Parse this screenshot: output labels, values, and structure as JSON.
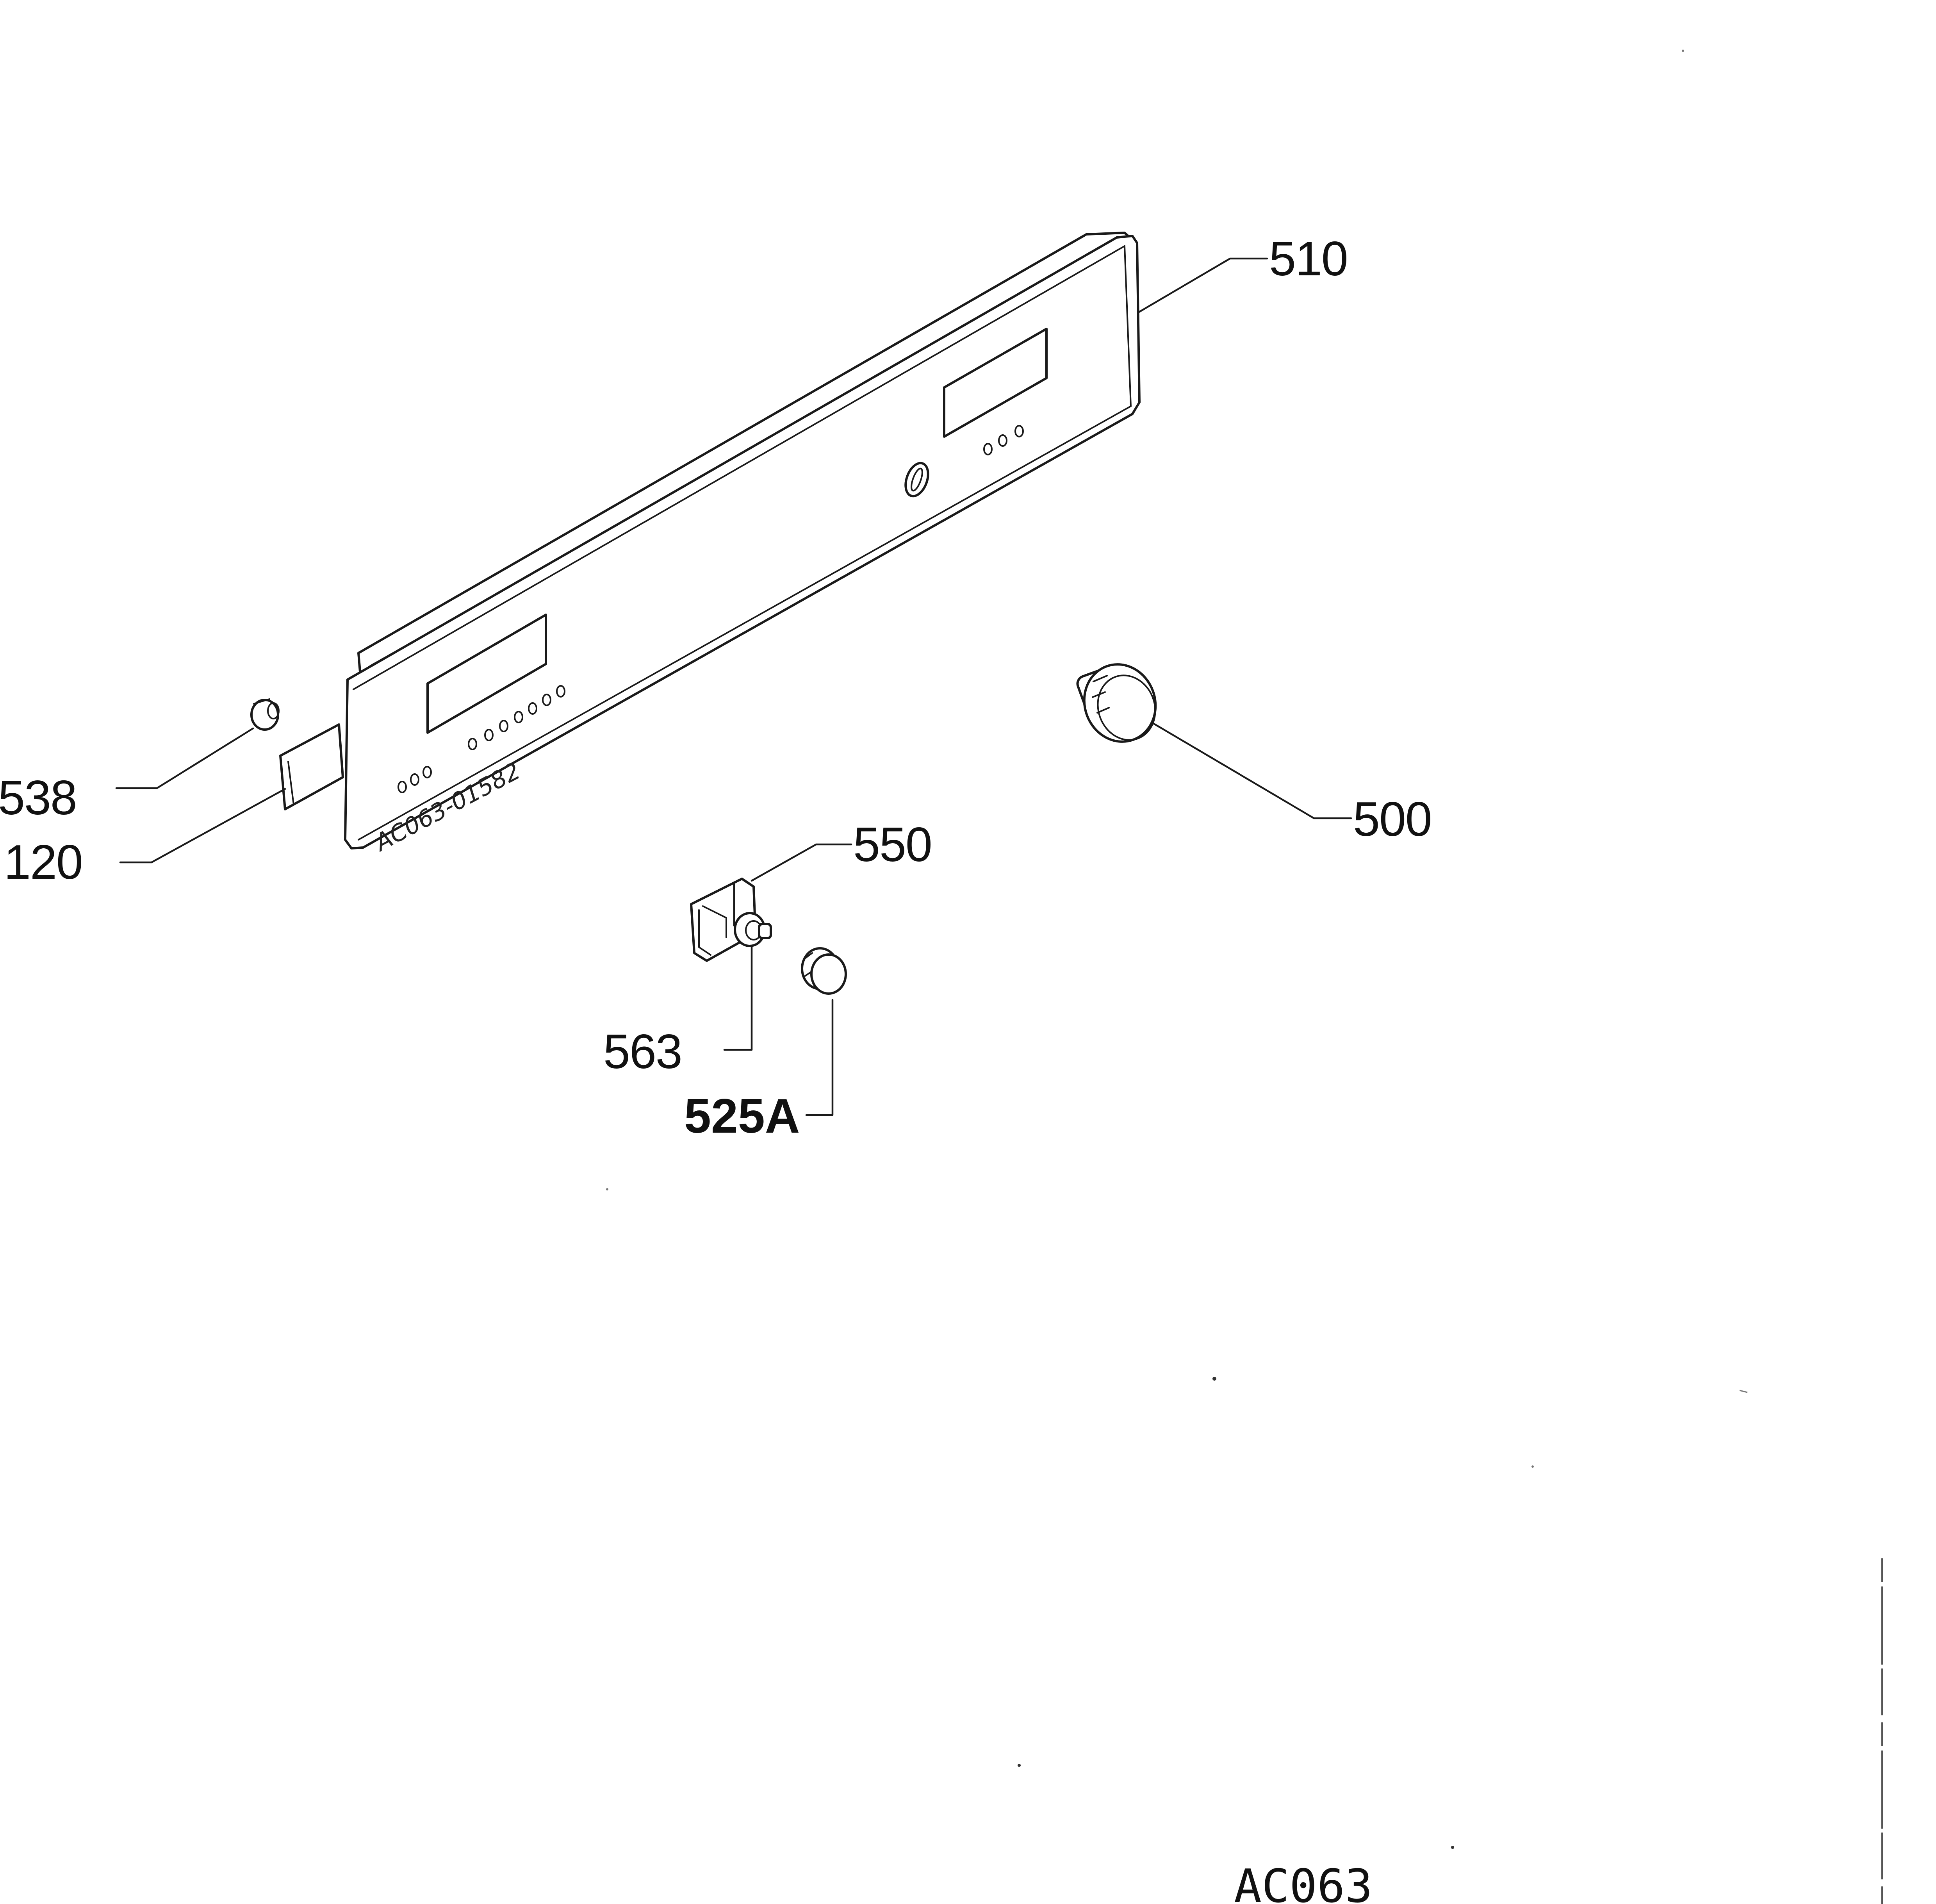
{
  "diagram": {
    "panel_code": "AC063-01582",
    "drawing_code": "AC063",
    "parts": [
      {
        "id": "part-510",
        "number": "510"
      },
      {
        "id": "part-500",
        "number": "500"
      },
      {
        "id": "part-550",
        "number": "550"
      },
      {
        "id": "part-538",
        "number": "538"
      },
      {
        "id": "part-120",
        "number": "120"
      },
      {
        "id": "part-563",
        "number": "563"
      },
      {
        "id": "part-525a",
        "number": "525A"
      }
    ]
  }
}
